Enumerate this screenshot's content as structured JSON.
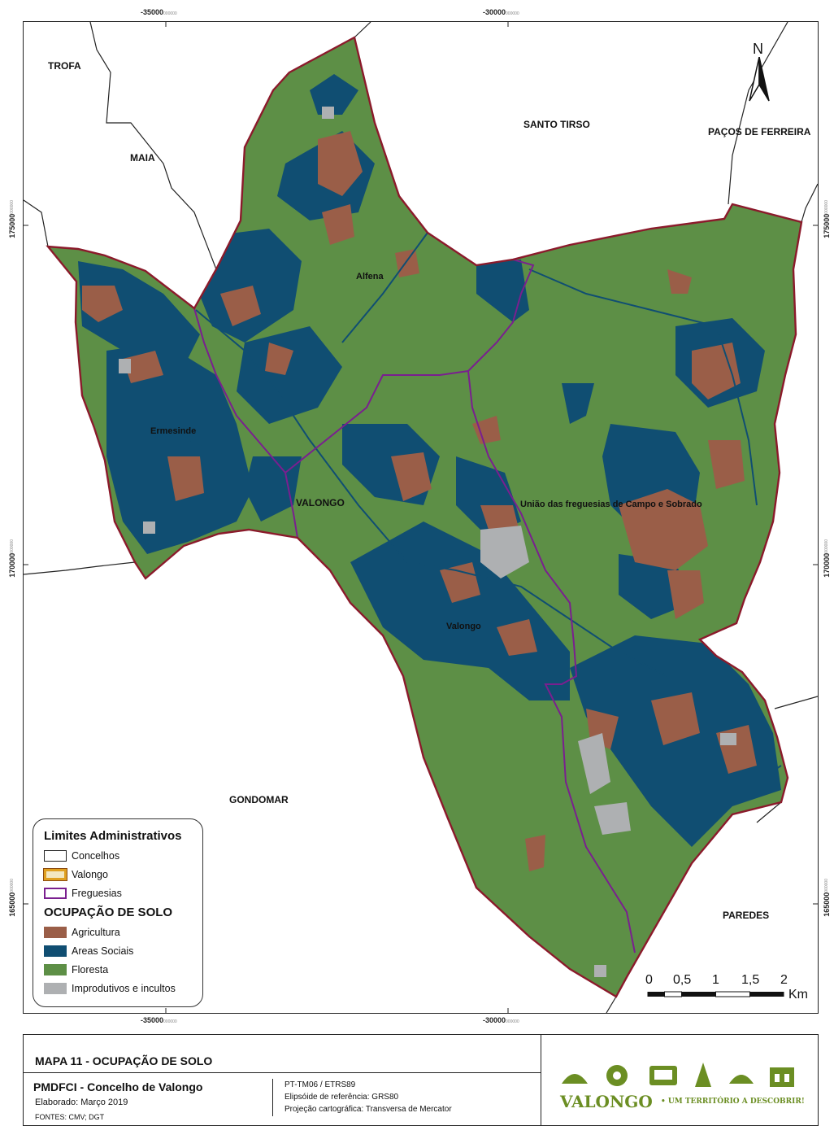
{
  "coords": {
    "top": [
      {
        "value": "-35000",
        "sup": "000000"
      },
      {
        "value": "-30000",
        "sup": "000000"
      }
    ],
    "bottom": [
      {
        "value": "-35000",
        "sup": "000000"
      },
      {
        "value": "-30000",
        "sup": "000000"
      }
    ],
    "left": [
      {
        "value": "175000",
        "sup": "000000"
      },
      {
        "value": "170000",
        "sup": "000000"
      },
      {
        "value": "165000",
        "sup": "000000"
      }
    ],
    "right": [
      {
        "value": "175000",
        "sup": "000000"
      },
      {
        "value": "170000",
        "sup": "000000"
      },
      {
        "value": "165000",
        "sup": "000000"
      }
    ]
  },
  "places": {
    "trofa": "TROFA",
    "maia": "MAIA",
    "santo_tirso": "SANTO TIRSO",
    "pacos_ferreira": "PAÇOS DE FERREIRA",
    "gondomar": "GONDOMAR",
    "paredes": "PAREDES",
    "alfena": "Alfena",
    "ermesinde": "Ermesinde",
    "valongo_parish": "VALONGO",
    "campo_sobrado": "União das freguesias de Campo e Sobrado",
    "valongo_town": "Valongo"
  },
  "north_label": "N",
  "scale": {
    "ticks": [
      "0",
      "0,5",
      "1",
      "1,5",
      "2"
    ],
    "unit": "Km"
  },
  "legend": {
    "admin_title": "Limites Administrativos",
    "admin_items": [
      {
        "label": "Concelhos",
        "stroke": "#222222",
        "fill": "#ffffff"
      },
      {
        "label": "Valongo",
        "stroke": "#e0a020",
        "fill": "#f3e7c0"
      },
      {
        "label": "Freguesias",
        "stroke": "#7a1f8f",
        "fill": "#ffffff"
      }
    ],
    "landuse_title": "OCUPAÇÃO DE SOLO",
    "landuse_items": [
      {
        "label": "Agricultura",
        "color": "#9a5e48"
      },
      {
        "label": "Areas Sociais",
        "color": "#104e72"
      },
      {
        "label": "Floresta",
        "color": "#5d8f46"
      },
      {
        "label": "Improdutivos e incultos",
        "color": "#aeb0b2"
      }
    ]
  },
  "footer": {
    "map_title": "MAPA 11 - OCUPAÇÃO DE SOLO",
    "plan_title": "PMDFCI - Concelho de Valongo",
    "elaborated": "Elaborado: Março 2019",
    "sources": "FONTES: CMV; DGT",
    "crs": "PT-TM06 / ETRS89",
    "ellipsoid": "Elipsóide de referência: GRS80",
    "projection": "Projeção cartográfica: Transversa de Mercator",
    "brand": "VALONGO",
    "tagline": "• UM TERRITÓRIO A DESCOBRIR!"
  },
  "colors": {
    "forest": "#5d8f46",
    "social": "#104e72",
    "agri": "#9a5e48",
    "unproductive": "#aeb0b2",
    "municipal_border": "#8b1a2b",
    "parish_border": "#7a1f8f",
    "brand": "#6b8e23"
  }
}
